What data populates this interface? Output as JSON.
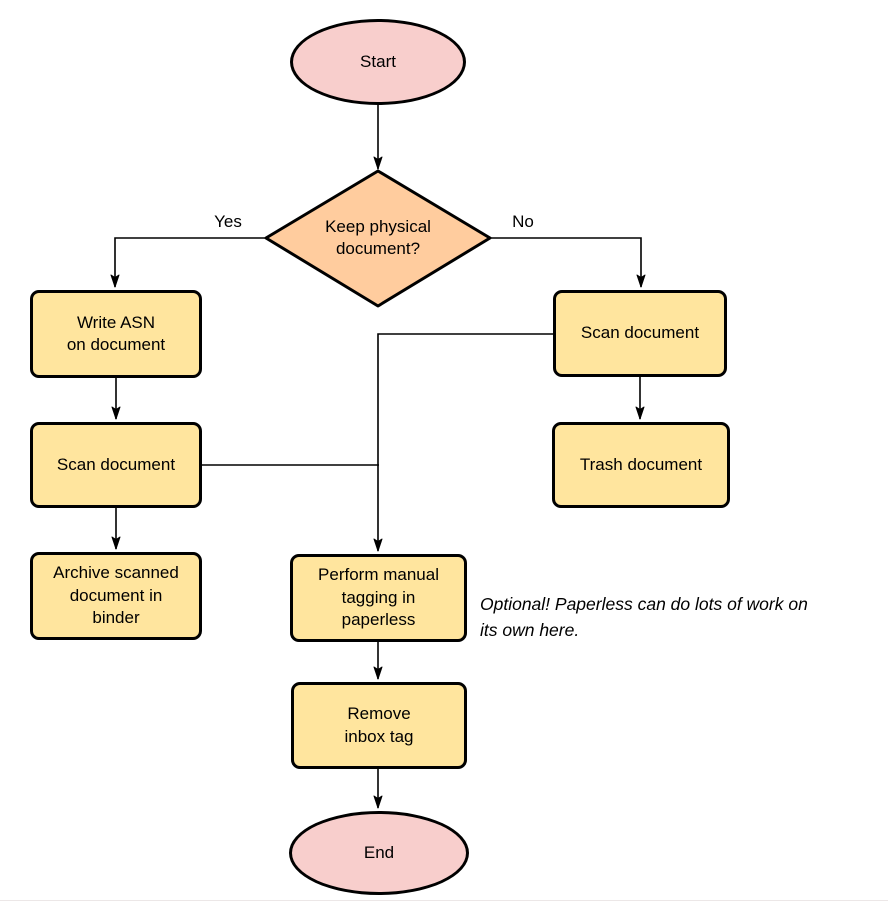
{
  "diagram": {
    "colors": {
      "terminal_fill": "#f8cecc",
      "decision_fill": "#ffcc9e",
      "process_fill": "#ffe59e",
      "stroke": "#000000"
    },
    "nodes": {
      "start": {
        "label": "Start",
        "type": "terminal"
      },
      "decision": {
        "label": "Keep physical\ndocument?",
        "type": "decision"
      },
      "write_asn": {
        "label": "Write ASN\non document",
        "type": "process"
      },
      "scan_left": {
        "label": "Scan document",
        "type": "process"
      },
      "archive": {
        "label": "Archive scanned\ndocument in\nbinder",
        "type": "process"
      },
      "scan_right": {
        "label": "Scan document",
        "type": "process"
      },
      "trash": {
        "label": "Trash document",
        "type": "process"
      },
      "tagging": {
        "label": "Perform manual\ntagging in\npaperless",
        "type": "process"
      },
      "remove_inbox": {
        "label": "Remove\ninbox tag",
        "type": "process"
      },
      "end": {
        "label": "End",
        "type": "terminal"
      }
    },
    "edge_labels": {
      "yes": "Yes",
      "no": "No"
    },
    "annotation": "Optional! Paperless can do lots of work on\nits own here."
  }
}
